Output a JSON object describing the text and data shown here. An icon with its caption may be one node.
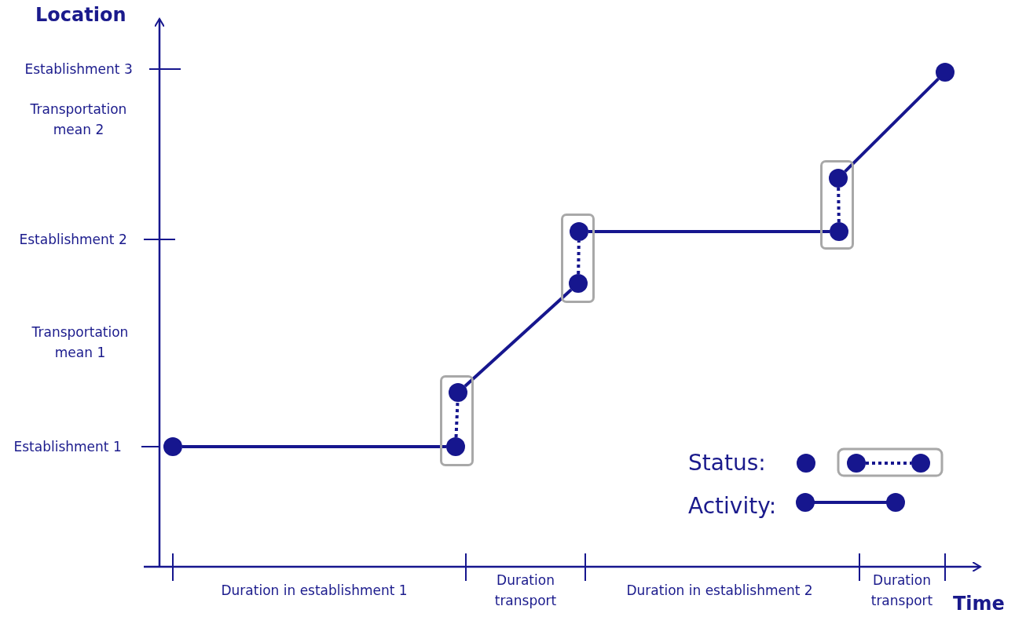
{
  "diagram": {
    "nodes": [
      {
        "text": [],
        "shape": "circle"
      },
      {
        "text": [],
        "shape": "box"
      },
      {
        "text": [],
        "shape": "circle",
        "in": 1
      },
      {
        "text": [],
        "shape": "circle",
        "in": 1
      },
      {
        "text": [],
        "shape": "box"
      },
      {
        "text": [],
        "shape": "circle",
        "in": 4
      },
      {
        "text": [],
        "shape": "circle",
        "in": 4
      },
      {
        "text": [],
        "shape": "box"
      },
      {
        "text": [],
        "shape": "circle",
        "in": 7
      },
      {
        "text": [],
        "shape": "circle",
        "in": 7
      },
      {
        "text": [],
        "shape": "circle"
      }
    ],
    "edges": [
      {
        "from": 0,
        "to": 3,
        "arrow": "none"
      },
      {
        "from": 3,
        "to": 2,
        "arrow": "none",
        "style": "dashed"
      },
      {
        "from": 2,
        "to": 6,
        "arrow": "none"
      },
      {
        "from": 6,
        "to": 5,
        "arrow": "none",
        "style": "dashed"
      },
      {
        "from": 5,
        "to": 9,
        "arrow": "none"
      },
      {
        "from": 9,
        "to": 8,
        "arrow": "none",
        "style": "dashed"
      },
      {
        "from": 8,
        "to": 10,
        "arrow": "none"
      }
    ],
    "labels": [
      "Location",
      "Establishment 3",
      "Transportation mean 2",
      "Establishment 2",
      "Transportation mean 1",
      "Establishment 1",
      "Duration in establishment 1",
      "Duration transport",
      "Duration in establishment 2",
      "Duration transport",
      "Time"
    ],
    "legend": [
      {
        "text": "Status:"
      },
      {
        "text": "Activity:"
      }
    ]
  }
}
